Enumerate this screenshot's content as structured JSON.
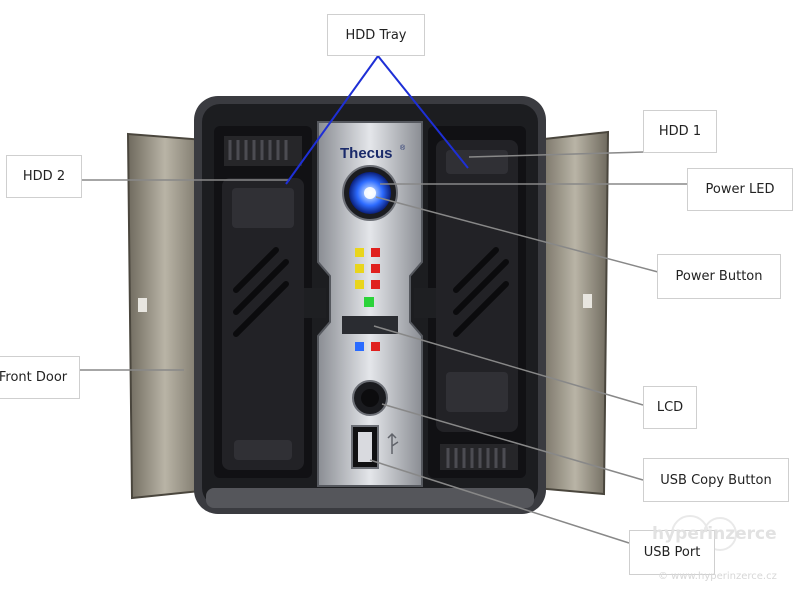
{
  "brand": "Thecus",
  "brand_mark": "®",
  "labels": {
    "hdd_tray": "HDD Tray",
    "hdd1": "HDD 1",
    "hdd2": "HDD 2",
    "power_led": "Power LED",
    "power_button": "Power Button",
    "front_door": "Front Door",
    "lcd": "LCD",
    "usb_copy_button": "USB Copy Button",
    "usb_port": "USB Port"
  },
  "watermark": {
    "logo": "hyperinzerce",
    "url": "© www.hyperinzerce.cz"
  },
  "colors": {
    "pointer_line": "#888888",
    "tray_pointer_line": "#1e2fd6",
    "led_blue": "#2d6bff",
    "chassis": "#2b2c30",
    "door": "#9a9483"
  }
}
